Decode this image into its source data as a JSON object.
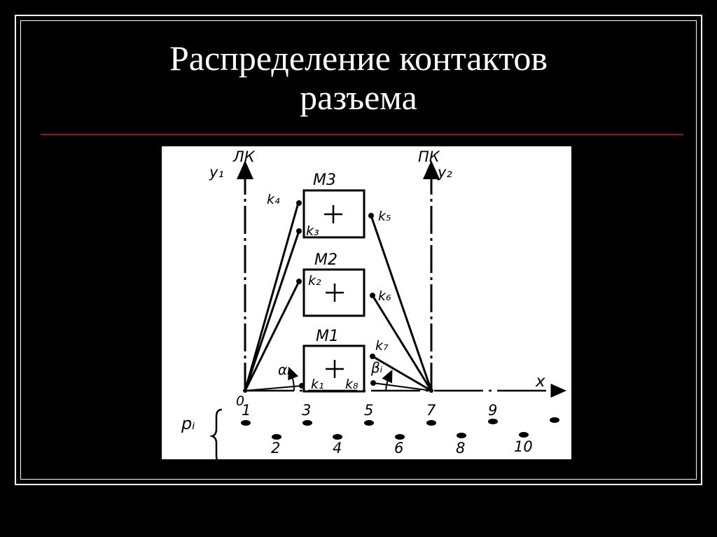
{
  "slide": {
    "title_line1": "Распределение контактов",
    "title_line2": "разъема"
  },
  "diagram": {
    "axis_left_label": "ЛК",
    "axis_left_var": "y₁",
    "axis_right_label": "ПК",
    "axis_right_var": "y₂",
    "axis_x_label": "x",
    "origin_label": "0",
    "modules": [
      "M3",
      "M2",
      "M1"
    ],
    "contacts": [
      "k₄",
      "k₃",
      "k₅",
      "k₂",
      "k₆",
      "k₇",
      "k₁",
      "k₈"
    ],
    "angles": [
      "αᵢ",
      "βᵢ"
    ],
    "pins_label": "pᵢ",
    "pins_top": [
      "1",
      "3",
      "5",
      "7",
      "9"
    ],
    "pins_bottom": [
      "2",
      "4",
      "6",
      "8",
      "10"
    ]
  },
  "colors": {
    "background": "#000000",
    "frame": "#ffffff",
    "divider": "#8b1a1a",
    "figure_bg": "#ffffff",
    "ink": "#000000"
  }
}
